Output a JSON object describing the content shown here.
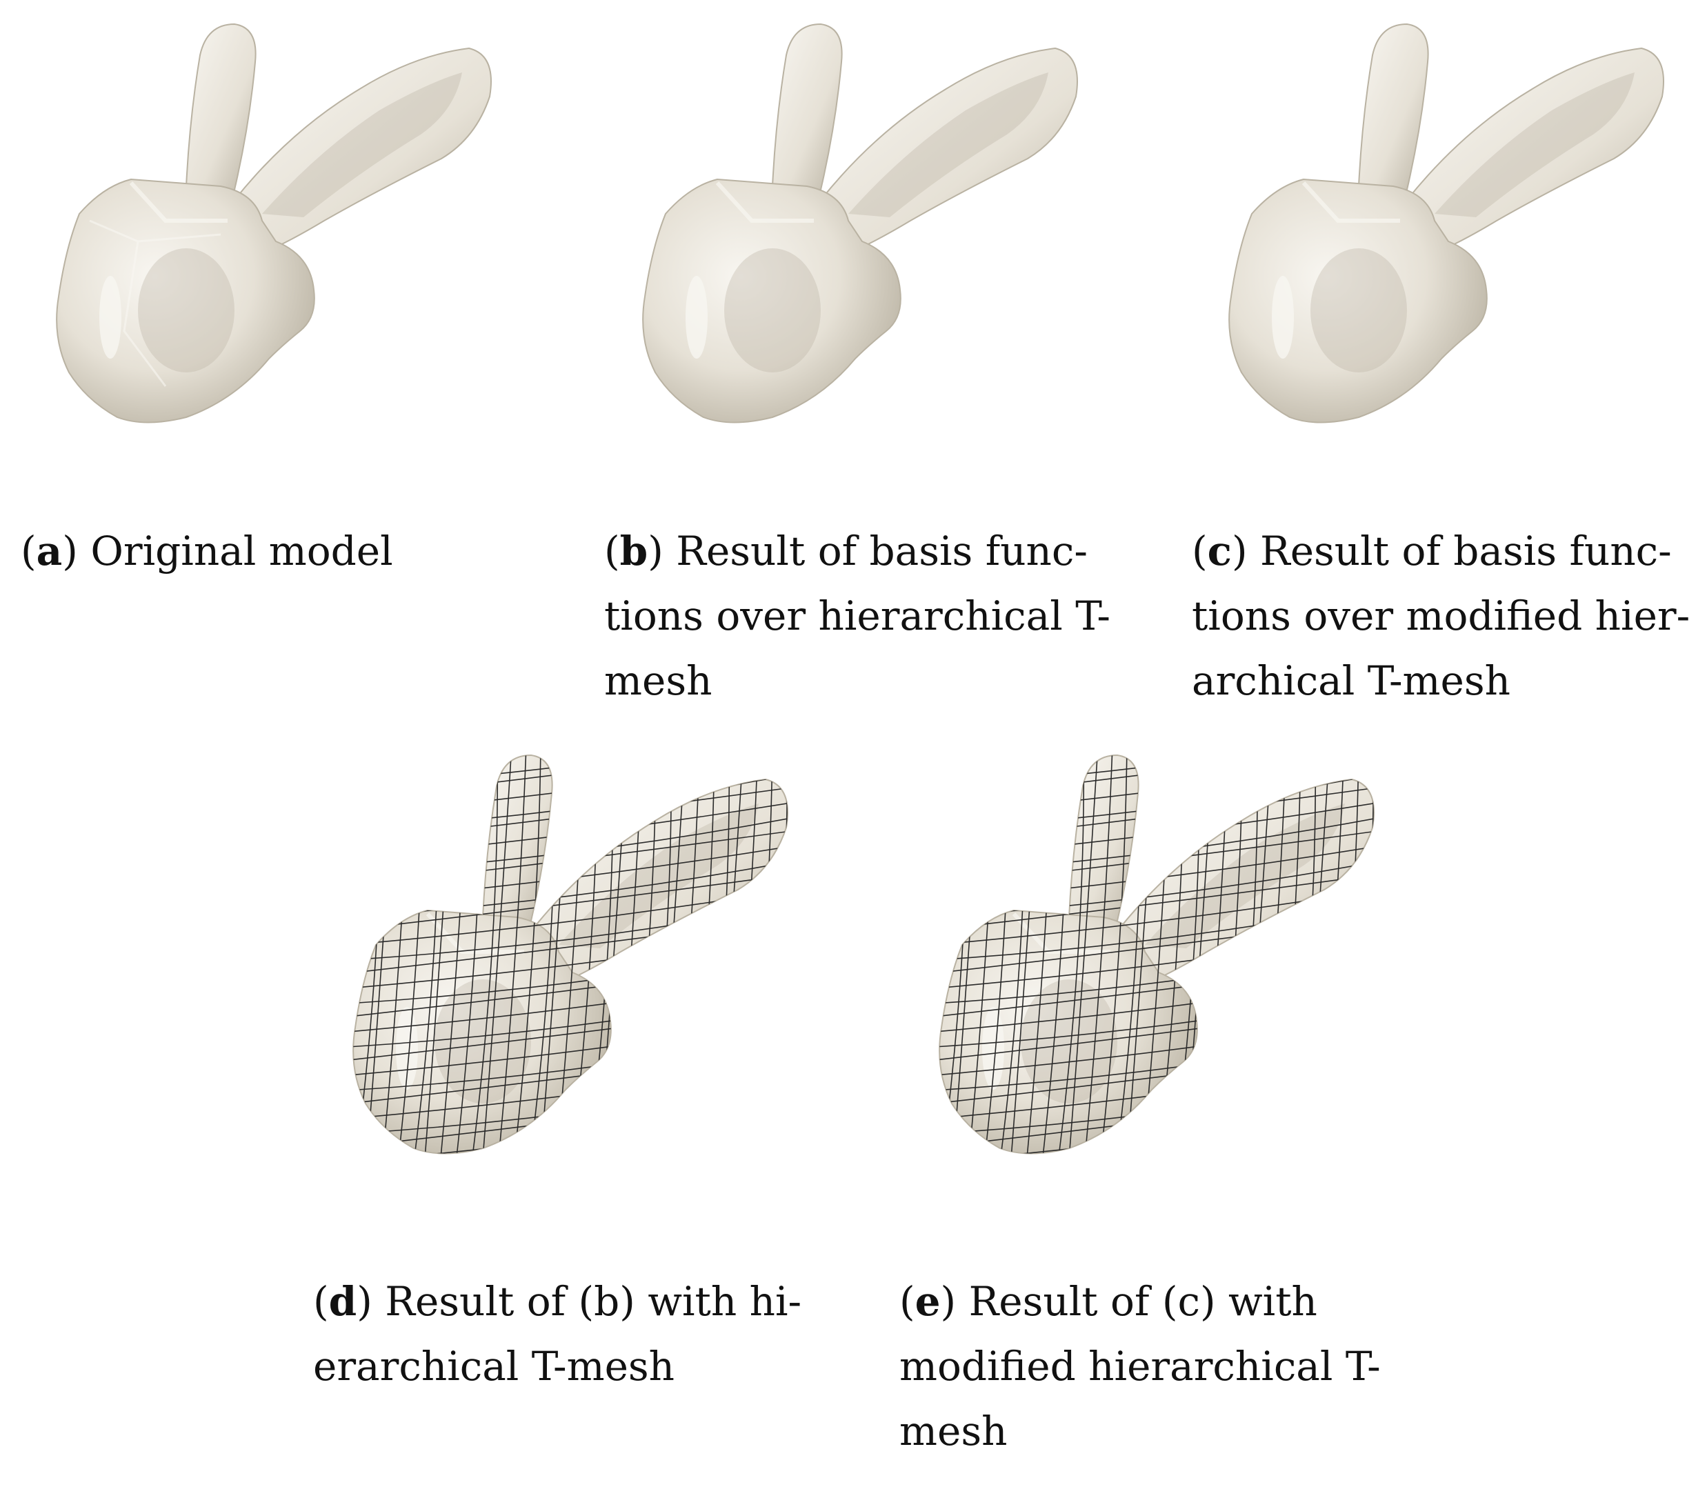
{
  "figure": {
    "panels": [
      {
        "id": "a",
        "letter": "a",
        "lines": [
          "Original model"
        ],
        "wireframe": false,
        "style": "faceted"
      },
      {
        "id": "b",
        "letter": "b",
        "lines": [
          "Result of basis func-",
          "tions over hierarchical T-",
          "mesh"
        ],
        "wireframe": false,
        "style": "smooth"
      },
      {
        "id": "c",
        "letter": "c",
        "lines": [
          "Result of basis func-",
          "tions over modified hier-",
          "archical T-mesh"
        ],
        "wireframe": false,
        "style": "smooth"
      },
      {
        "id": "d",
        "letter": "d",
        "lines": [
          "Result of (b) with hi-",
          "erarchical T-mesh"
        ],
        "wireframe": true,
        "style": "smooth"
      },
      {
        "id": "e",
        "letter": "e",
        "lines": [
          "Result  of  (c)  with",
          "modified hierarchical T-",
          "mesh"
        ],
        "wireframe": true,
        "style": "smooth"
      }
    ],
    "colors": {
      "surface": "#e6e1d6",
      "shadow": "#b9b2a2",
      "highlight": "#f8f6f1",
      "mesh_line": "#2a2a2a"
    }
  }
}
